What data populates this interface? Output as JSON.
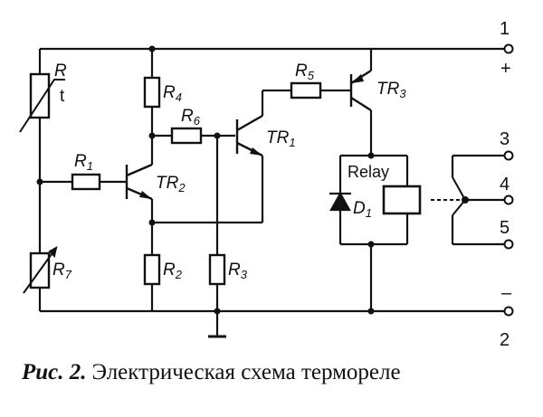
{
  "components": {
    "thermistor": {
      "label": "R",
      "sublabel": "t"
    },
    "r1": {
      "label": "R",
      "sub": "1"
    },
    "r2": {
      "label": "R",
      "sub": "2"
    },
    "r3": {
      "label": "R",
      "sub": "3"
    },
    "r4": {
      "label": "R",
      "sub": "4"
    },
    "r5": {
      "label": "R",
      "sub": "5"
    },
    "r6": {
      "label": "R",
      "sub": "6"
    },
    "r7": {
      "label": "R",
      "sub": "7"
    },
    "tr1": {
      "label": "TR",
      "sub": "1"
    },
    "tr2": {
      "label": "TR",
      "sub": "2"
    },
    "tr3": {
      "label": "TR",
      "sub": "3"
    },
    "d1": {
      "label": "D",
      "sub": "1"
    },
    "relay": {
      "label": "Relay"
    }
  },
  "terminals": [
    "1",
    "2",
    "3",
    "4",
    "5"
  ],
  "polarity": {
    "plus": "+",
    "minus": "–"
  },
  "caption": {
    "figure": "Рис. 2.",
    "text": "Электрическая схема термореле"
  }
}
